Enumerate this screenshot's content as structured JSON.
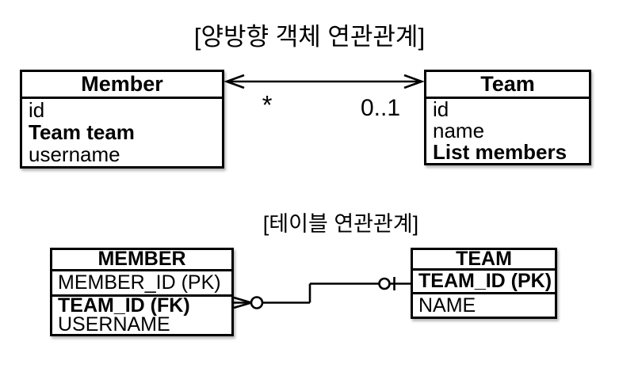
{
  "colors": {
    "ink": "#000000",
    "background": "#ffffff"
  },
  "object_diagram": {
    "title": "[양방향 객체 연관관계]",
    "member_class": {
      "name": "Member",
      "fields": [
        "id",
        "Team team",
        "username"
      ]
    },
    "team_class": {
      "name": "Team",
      "fields": [
        "id",
        "name",
        "List members"
      ]
    },
    "association": {
      "member_side_multiplicity": "*",
      "team_side_multiplicity": "0..1"
    }
  },
  "table_diagram": {
    "title": "[테이블 연관관계]",
    "member_table": {
      "name": "MEMBER",
      "primary_key": "MEMBER_ID (PK)",
      "foreign_key": "TEAM_ID (FK)",
      "column": "USERNAME"
    },
    "team_table": {
      "name": "TEAM",
      "primary_key": "TEAM_ID (PK)",
      "column": "NAME"
    }
  }
}
